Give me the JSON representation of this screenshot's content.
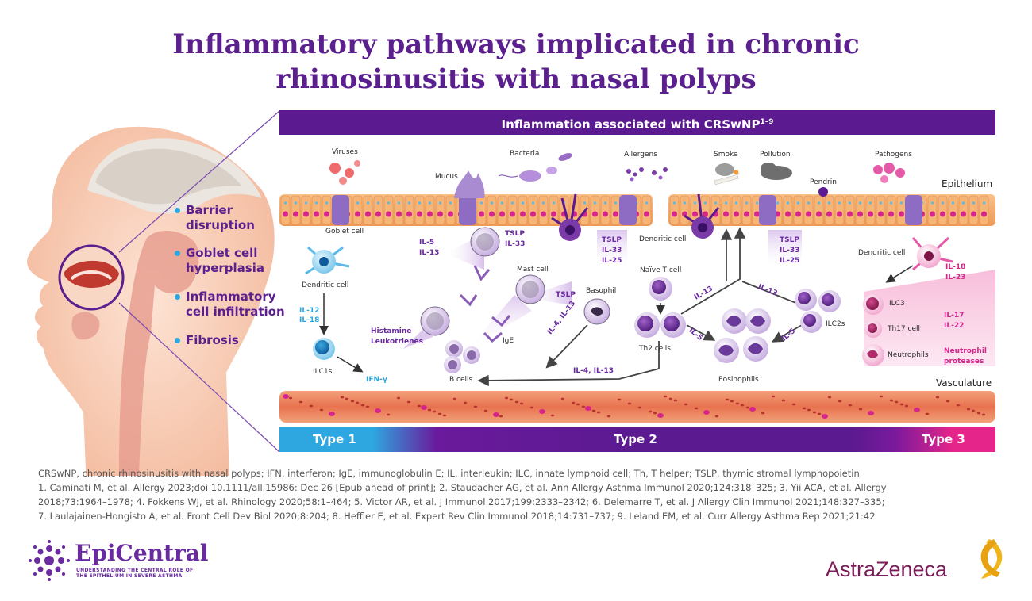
{
  "title": {
    "line1": "Inflammatory pathways implicated in chronic",
    "line2": "rhinosinusitis with nasal polyps"
  },
  "banner": {
    "text": "Inflammation associated with CRSwNP",
    "sup": "1–9"
  },
  "bullets": [
    {
      "line1": "Barrier",
      "line2": "disruption"
    },
    {
      "line1": "Goblet cell",
      "line2": "hyperplasia"
    },
    {
      "line1": "Inflammatory",
      "line2": "cell infiltration"
    },
    {
      "line1": "Fibrosis",
      "line2": ""
    }
  ],
  "triggers": {
    "viruses": "Viruses",
    "mucus": "Mucus",
    "bacteria": "Bacteria",
    "allergens": "Allergens",
    "smoke": "Smoke",
    "pollution": "Pollution",
    "pathogens": "Pathogens",
    "pendrin": "Pendrin"
  },
  "regions": {
    "epithelium": "Epithelium",
    "vasculature": "Vasculature"
  },
  "cells": {
    "goblet_cell": "Goblet cell",
    "dendritic_cell_left": "Dendritic cell",
    "dendritic_cell_mid": "Dendritic cell",
    "dendritic_cell_right": "Dendritic cell",
    "ilc1s": "ILC1s",
    "mast_cell": "Mast cell",
    "basophil": "Basophil",
    "b_cells": "B cells",
    "naive_t_cell": "Naïve T cell",
    "th2_cells": "Th2 cells",
    "ilc2s": "ILC2s",
    "eosinophils": "Eosinophils",
    "ilc3": "ILC3",
    "th17_cell": "Th17 cell",
    "neutrophils": "Neutrophils"
  },
  "mediators": {
    "il12_l1": "IL-12",
    "il12_l2": "IL-18",
    "ifn": "IFN-γ",
    "il5_l1": "IL-5",
    "il5_l2": "IL-13",
    "tslp_a_l1": "TSLP",
    "tslp_a_l2": "IL-33",
    "tslp_b_l1": "TSLP",
    "tslp_b_l2": "IL-33",
    "tslp_b_l3": "IL-25",
    "tslp_c_l1": "TSLP",
    "tslp_c_l2": "IL-33",
    "tslp_c_l3": "IL-25",
    "mast_tslp": "TSLP",
    "histamine_l1": "Histamine",
    "histamine_l2": "Leukotrienes",
    "ige": "IgE",
    "il4_il13_diag": "IL-4, IL-13",
    "il4_il13_horiz": "IL-4, IL-13",
    "il13_left": "IL-13",
    "il13_right": "IL-13",
    "il5_left": "IL-5",
    "il5_right": "IL-5",
    "il18_l1": "IL-18",
    "il18_l2": "IL-23",
    "il17_l1": "IL-17",
    "il17_l2": "IL-22",
    "neutro_l1": "Neutrophil",
    "neutro_l2": "proteases"
  },
  "types": {
    "type1": "Type 1",
    "type2": "Type 2",
    "type3": "Type 3"
  },
  "footnotes": [
    "CRSwNP, chronic rhinosinusitis with nasal polyps; IFN, interferon; IgE, immunoglobulin E; IL, interleukin; ILC, innate lymphoid cell; Th, T helper; TSLP, thymic stromal lymphopoietin",
    "1. Caminati M, et al. Allergy 2023;doi 10.1111/all.15986: Dec 26 [Epub ahead of print]; 2. Staudacher AG, et al. Ann Allergy Asthma Immunol 2020;124:318–325; 3. Yii ACA, et al. Allergy",
    "2018;73:1964–1978; 4. Fokkens WJ, et al. Rhinology 2020;58:1–464; 5. Victor AR, et al. J Immunol 2017;199:2333–2342; 6. Delemarre T, et al. J Allergy Clin Immunol 2021;148:327–335;",
    "7. Laulajainen-Hongisto A, et al. Front Cell Dev Biol 2020;8:204; 8. Heffler E, et al. Expert Rev Clin Immunol 2018;14:731–737; 9. Leland EM, et al. Curr Allergy Asthma Rep 2021;21:42"
  ],
  "logos": {
    "epicentral_name": "EpiCentral",
    "epicentral_tag1": "UNDERSTANDING THE CENTRAL ROLE OF",
    "epicentral_tag2": "THE EPITHELIUM IN SEVERE ASTHMA",
    "astrazeneca": "AstraZeneca"
  },
  "colors": {
    "title": "#5b1f8e",
    "banner": "#5b1a90",
    "type1": "#2ea7e0",
    "type3": "#e5258a",
    "bullet_dot": "#2aa7df",
    "epithelium": "#f2a25c",
    "vasculature": "#e8845a"
  }
}
